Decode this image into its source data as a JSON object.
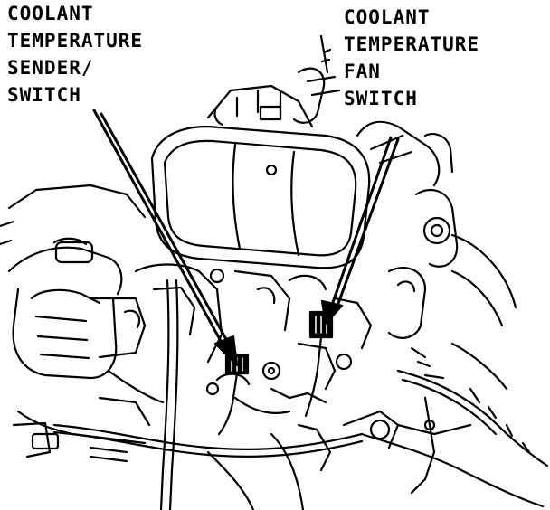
{
  "labels": {
    "sender": {
      "lines": [
        "COOLANT",
        "TEMPERATURE",
        "SENDER/",
        "SWITCH"
      ]
    },
    "fan": {
      "lines": [
        "COOLANT",
        "TEMPERATURE",
        "FAN",
        "SWITCH"
      ]
    }
  },
  "colors": {
    "ink": "#000000",
    "paper": "#ffffff"
  }
}
